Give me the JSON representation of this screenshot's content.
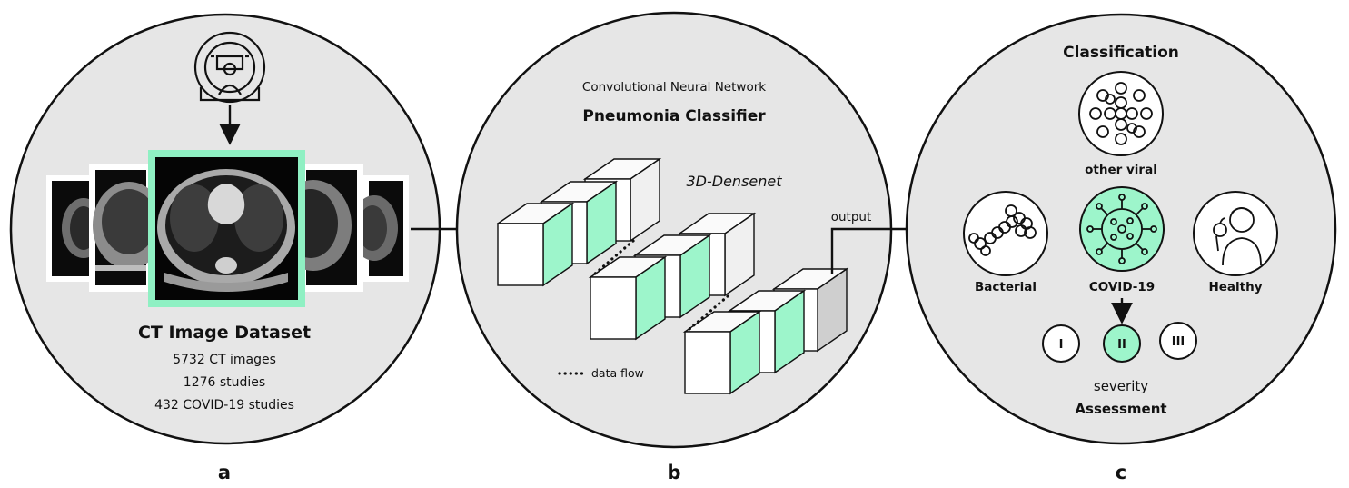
{
  "panel_a": {
    "letter": "a",
    "title": "CT Image Dataset",
    "stats": [
      "5732 CT images",
      "1276 studies",
      "432 COVID-19 studies"
    ]
  },
  "panel_b": {
    "letter": "b",
    "subtitle": "Convolutional Neural Network",
    "title": "Pneumonia Classifier",
    "model": "3D-Densenet",
    "output_label": "output",
    "legend_label": "data flow"
  },
  "panel_c": {
    "letter": "c",
    "title": "Classification",
    "classes": {
      "other_viral": "other viral",
      "bacterial": "Bacterial",
      "covid": "COVID-19",
      "healthy": "Healthy"
    },
    "severity_levels": [
      "I",
      "II",
      "III"
    ],
    "severity_word": "severity",
    "assessment_word": "Assessment"
  },
  "colors": {
    "panel_fill": "#e6e6e6",
    "accent_green": "#8ff0c3",
    "highlight_green": "#9df5cb",
    "outline": "#111111"
  }
}
